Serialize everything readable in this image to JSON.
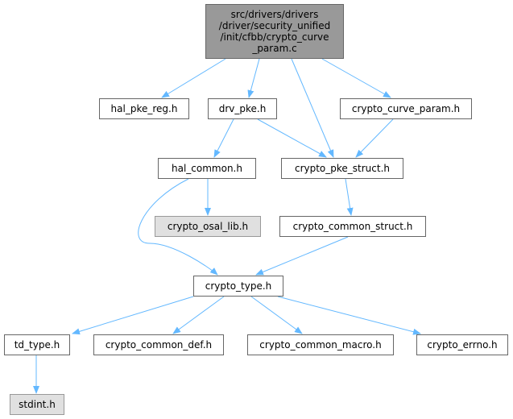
{
  "root": {
    "lines": [
      "src/drivers/drivers",
      "/driver/security_unified",
      "/init/cfbb/crypto_curve",
      "_param.c"
    ]
  },
  "nodes": {
    "hal_pke_reg": "hal_pke_reg.h",
    "drv_pke": "drv_pke.h",
    "crypto_curve_param": "crypto_curve_param.h",
    "hal_common": "hal_common.h",
    "crypto_pke_struct": "crypto_pke_struct.h",
    "crypto_osal_lib": "crypto_osal_lib.h",
    "crypto_common_struct": "crypto_common_struct.h",
    "crypto_type": "crypto_type.h",
    "td_type": "td_type.h",
    "crypto_common_def": "crypto_common_def.h",
    "crypto_common_macro": "crypto_common_macro.h",
    "crypto_errno": "crypto_errno.h",
    "stdint": "stdint.h"
  },
  "colors": {
    "edge": "#63b8ff",
    "root_fill": "#999999",
    "nolink_fill": "#e0e0e0",
    "border": "#666666"
  },
  "edges": [
    [
      "root",
      "hal_pke_reg"
    ],
    [
      "root",
      "drv_pke"
    ],
    [
      "root",
      "crypto_pke_struct"
    ],
    [
      "root",
      "crypto_curve_param"
    ],
    [
      "drv_pke",
      "hal_common"
    ],
    [
      "drv_pke",
      "crypto_pke_struct"
    ],
    [
      "crypto_curve_param",
      "crypto_pke_struct"
    ],
    [
      "hal_common",
      "crypto_osal_lib"
    ],
    [
      "hal_common",
      "crypto_type"
    ],
    [
      "crypto_pke_struct",
      "crypto_common_struct"
    ],
    [
      "crypto_common_struct",
      "crypto_type"
    ],
    [
      "crypto_type",
      "td_type"
    ],
    [
      "crypto_type",
      "crypto_common_def"
    ],
    [
      "crypto_type",
      "crypto_common_macro"
    ],
    [
      "crypto_type",
      "crypto_errno"
    ],
    [
      "td_type",
      "stdint"
    ]
  ]
}
